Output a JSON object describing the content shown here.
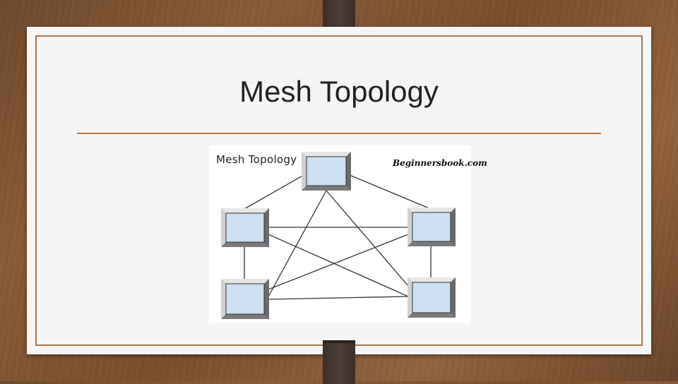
{
  "slide": {
    "title": "Mesh Topology"
  },
  "figure": {
    "caption": "Mesh Topology",
    "credit": "Beginnersbook.com",
    "node_count": 5,
    "topology": "full-mesh"
  }
}
